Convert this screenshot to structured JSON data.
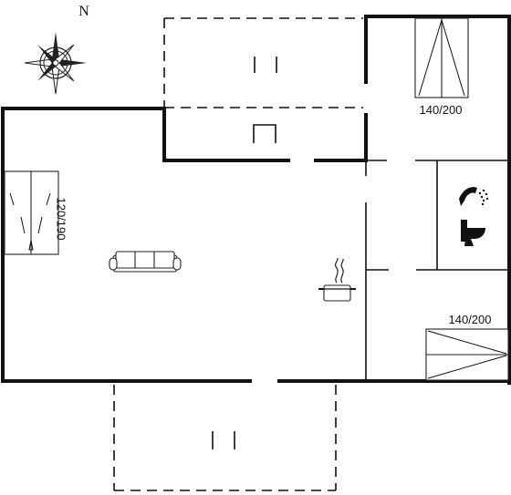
{
  "compass": {
    "north_label": "N"
  },
  "beds": [
    {
      "label": "140/200"
    },
    {
      "label": "120/190"
    },
    {
      "label": "140/200"
    }
  ],
  "colors": {
    "wall": "#111111",
    "background": "#ffffff"
  },
  "icons": [
    "compass-rose-icon",
    "sofa-icon",
    "cooking-pot-icon",
    "shower-icon",
    "toilet-icon"
  ]
}
